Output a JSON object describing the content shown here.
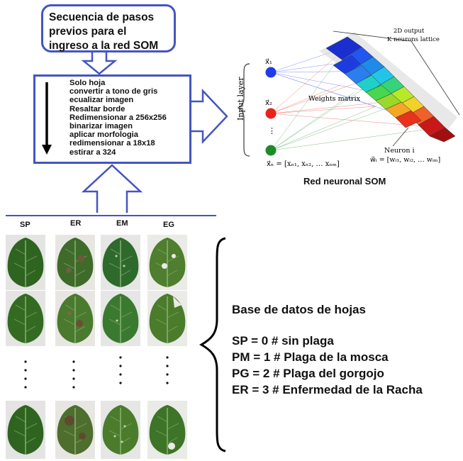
{
  "flow": {
    "title": "Secuencia de pasos previos para el ingreso a la red SOM",
    "steps": [
      "Solo hoja",
      "convertir a tono de gris",
      "ecualizar imagen",
      "Resaltar borde",
      "Redimensionar a 256x256",
      "binarizar imagen",
      "aplicar morfologia",
      "redimensionar a 18x18",
      "estirar a 324"
    ]
  },
  "som": {
    "caption": "Red neuronal SOM",
    "input_layer_label": "Input layer",
    "weights_label": "Weights matrix",
    "output_label_1": "2D output",
    "output_label_2": "K neurons lattice",
    "x1_label": "x⃗₁",
    "x2_label": "x⃗₂",
    "xn_formula": "x⃗ₙ = [xₙ₁, xₙ₂, … xₙₘ]",
    "neuron_label": "Neuron i",
    "neuron_formula": "w⃗ᵢ = [wᵢ₁, wᵢ₂, … wᵢₘ]",
    "node_colors": [
      "#1f3ce6",
      "#e8231d",
      "#1f8a2a"
    ]
  },
  "dataset": {
    "columns": [
      "SP",
      "ER",
      "EM",
      "EG"
    ],
    "title": "Base de datos de hojas",
    "codes": [
      "SP = 0 # sin plaga",
      "PM = 1 # Plaga de la mosca",
      "PG = 2 # Plaga del gorgojo",
      "ER = 3 # Enfermedad de la Racha"
    ]
  },
  "colors": {
    "box_border": "#4455c0",
    "leaf_dark": "#2d5e1f",
    "leaf_light": "#4f8c35"
  }
}
